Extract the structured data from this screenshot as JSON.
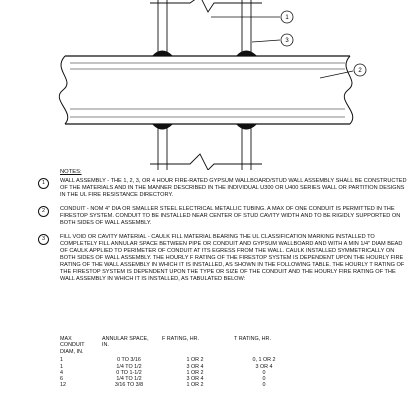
{
  "callouts": [
    "1",
    "2",
    "3"
  ],
  "notes_title": "NOTES:",
  "notes": [
    {
      "num": "1",
      "text": "WALL ASSEMBLY - THE 1, 2, 3, OR 4 HOUR FIRE-RATED GYPSUM WALLBOARD/STUD WALL ASSEMBLY SHALL BE CONSTRUCTED OF THE MATERIALS AND IN THE MANNER DESCRIBED IN THE INDIVIDUAL U300 OR U400 SERIES WALL OR PARTITION DESIGNS IN THE UL FIRE RESISTANCE DIRECTORY."
    },
    {
      "num": "2",
      "text": "CONDUIT - NOM 4\" DIA OR SMALLER STEEL ELECTRICAL METALLIC TUBING. A MAX OF ONE CONDUIT IS PERMITTED IN THE FIRESTOP SYSTEM. CONDUIT TO BE INSTALLED NEAR CENTER OF STUD CAVITY WIDTH AND TO BE RIGIDLY SUPPORTED ON BOTH SIDES OF WALL ASSEMBLY."
    },
    {
      "num": "3",
      "text": "FILL VOID OR CAVITY MATERIAL - CAULK FILL MATERIAL BEARING THE UL CLASSIFICATION MARKING INSTALLED TO COMPLETELY FILL ANNULAR SPACE BETWEEN PIPE OR CONDUIT AND GYPSUM WALLBOARD AND WITH A MIN 1/4\" DIAM BEAD OF CAULK APPLIED TO PERIMETER OF CONDUIT AT ITS EGRESS FROM THE WALL. CAULK INSTALLED SYMMETRICALLY ON BOTH SIDES OF WALL ASSEMBLY. THE HOURLY F RATING OF THE FIRESTOP SYSTEM IS DEPENDENT UPON THE HOURLY FIRE RATING OF THE WALL ASSEMBLY IN WHICH IT IS INSTALLED, AS SHOWN IN THE FOLLOWING TABLE. THE HOURLY T RATING OF THE FIRESTOP SYSTEM IS DEPENDENT UPON THE TYPE OR SIZE OF THE CONDUIT AND THE HOURLY FIRE RATING OF THE WALL ASSEMBLY IN WHICH IT IS INSTALLED, AS TABULATED BELOW:"
    }
  ],
  "table": {
    "headers": [
      "MAX CONDUIT DIAM, IN.",
      "ANNULAR SPACE, IN.",
      "F RATING, HR.",
      "T RATING, HR."
    ],
    "rows": [
      [
        "1",
        "0 TO 3/16",
        "1 OR 2",
        "0, 1 OR 2"
      ],
      [
        "1",
        "1/4 TO 1/2",
        "3 OR 4",
        "3 OR 4"
      ],
      [
        "4",
        "0 TO 1-1/2",
        "1 OR 2",
        "0"
      ],
      [
        "6",
        "1/4 TO 1/2",
        "3 OR 4",
        "0"
      ],
      [
        "12",
        "3/16 TO 3/8",
        "1 OR 2",
        "0"
      ]
    ]
  }
}
